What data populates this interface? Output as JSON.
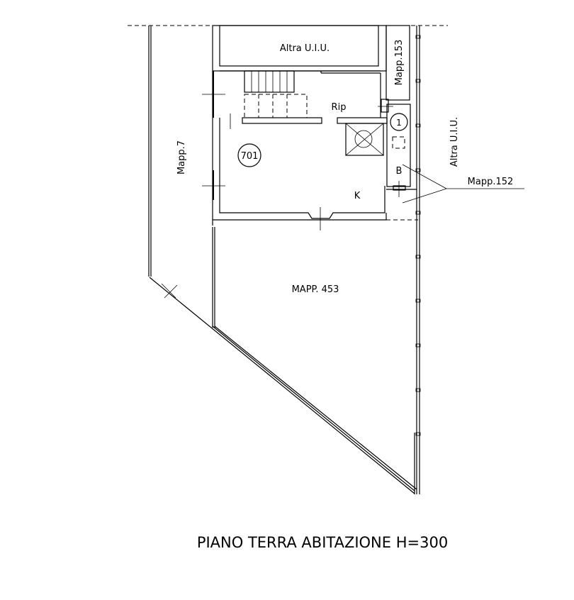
{
  "labels": {
    "altra_uiu_top": "Altra U.I.U.",
    "mapp_153": "Mapp.153",
    "rip": "Rip",
    "unit_701": "701",
    "unit_1": "1",
    "bath": "B",
    "kitchen": "K",
    "mapp_7": "Mapp.7",
    "altra_uiu_right": "Altra U.I.U.",
    "mapp_152": "Mapp.152",
    "mapp_453": "MAPP. 453"
  },
  "title": "PIANO TERRA ABITAZIONE H=300"
}
